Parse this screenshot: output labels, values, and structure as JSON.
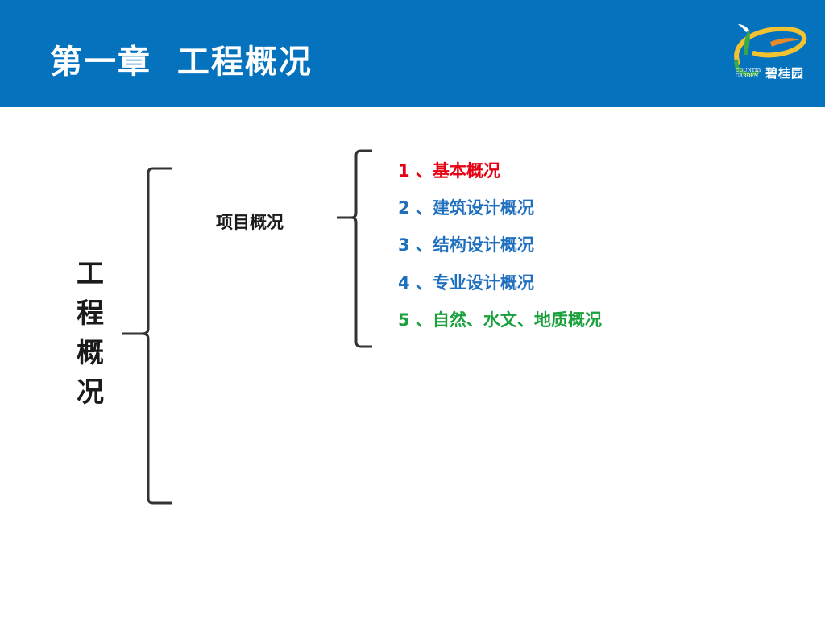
{
  "header": {
    "title": "第一章  工程概况",
    "bg_color": "#0572be",
    "logo": {
      "brand": "碧桂园",
      "sub_line1": "COUNTRY",
      "sub_line2": "GARDEN",
      "icon": "country-garden-logo-icon"
    }
  },
  "left_title": "工程概况",
  "middle_label": "项目概况",
  "items": [
    {
      "text": "1 、基本概况",
      "color": "#e60012"
    },
    {
      "text": "2 、建筑设计概况",
      "color": "#1f6fbf"
    },
    {
      "text": "3 、结构设计概况",
      "color": "#1f6fbf"
    },
    {
      "text": "4 、专业设计概况",
      "color": "#1f6fbf"
    },
    {
      "text": "5 、自然、水文、地质概况",
      "color": "#1aa03c"
    }
  ]
}
